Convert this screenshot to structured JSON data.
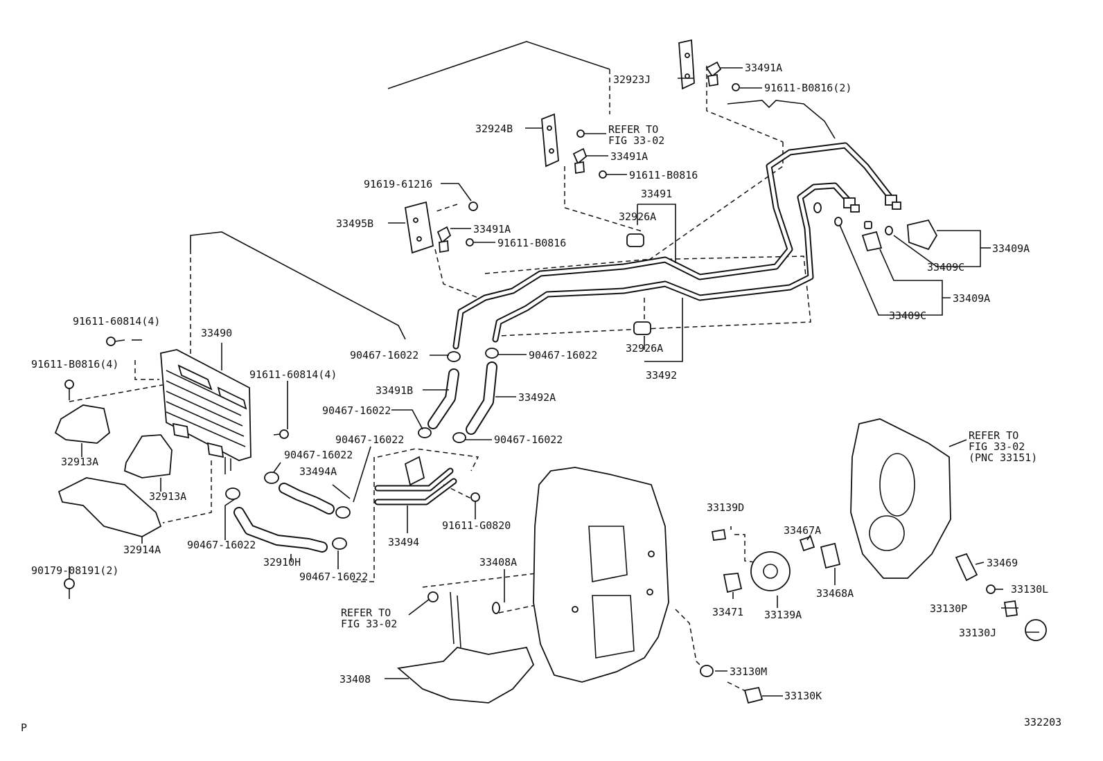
{
  "labels": {
    "l_33491A_top": "33491A",
    "l_32923J": "32923J",
    "l_91611_b0816_2": "91611-B0816(2)",
    "l_32924B": "32924B",
    "l_refer_to_1": "REFER TO",
    "l_fig_33_02_1": "FIG 33-02",
    "l_33491A_mid": "33491A",
    "l_91611_b0816_mid": "91611-B0816",
    "l_91619_61216": "91619-61216",
    "l_33491": "33491",
    "l_32926A_top": "32926A",
    "l_33495B": "33495B",
    "l_33491A_low": "33491A",
    "l_91611_b0816_low": "91611-B0816",
    "l_33409A_1": "33409A",
    "l_33409C_1": "33409C",
    "l_33409A_2": "33409A",
    "l_33409C_2": "33409C",
    "l_91611_60814_4a": "91611-60814(4)",
    "l_33490": "33490",
    "l_91611_b0816_4": "91611-B0816(4)",
    "l_91611_60814_4b": "91611-60814(4)",
    "l_90467_16022_a": "90467-16022",
    "l_90467_16022_b": "90467-16022",
    "l_32926A_bot": "32926A",
    "l_33492": "33492",
    "l_33491B": "33491B",
    "l_33492A": "33492A",
    "l_90467_16022_c": "90467-16022",
    "l_90467_16022_d": "90467-16022",
    "l_90467_16022_e": "90467-16022",
    "l_refer_to_2": "REFER TO",
    "l_fig_33_02_2": "FIG 33-02",
    "l_pnc_33151": "(PNC 33151)",
    "l_32913A_1": "32913A",
    "l_90467_16022_f": "90467-16022",
    "l_33494A": "33494A",
    "l_32913A_2": "32913A",
    "l_33139D": "33139D",
    "l_33467A": "33467A",
    "l_91611_g0820": "91611-G0820",
    "l_33494": "33494",
    "l_32914A": "32914A",
    "l_90467_16022_g": "90467-16022",
    "l_32910H": "32910H",
    "l_33469": "33469",
    "l_33408A": "33408A",
    "l_90179_08191_2": "90179-08191(2)",
    "l_90467_16022_h": "90467-16022",
    "l_33130L": "33130L",
    "l_33468A": "33468A",
    "l_33471": "33471",
    "l_33139A": "33139A",
    "l_33130P": "33130P",
    "l_refer_to_3": "REFER TO",
    "l_fig_33_02_3": "FIG 33-02",
    "l_33130J": "33130J",
    "l_33408": "33408",
    "l_33130M": "33130M",
    "l_33130K": "33130K",
    "l_corner_p": "P",
    "l_fig_number": "332203"
  }
}
